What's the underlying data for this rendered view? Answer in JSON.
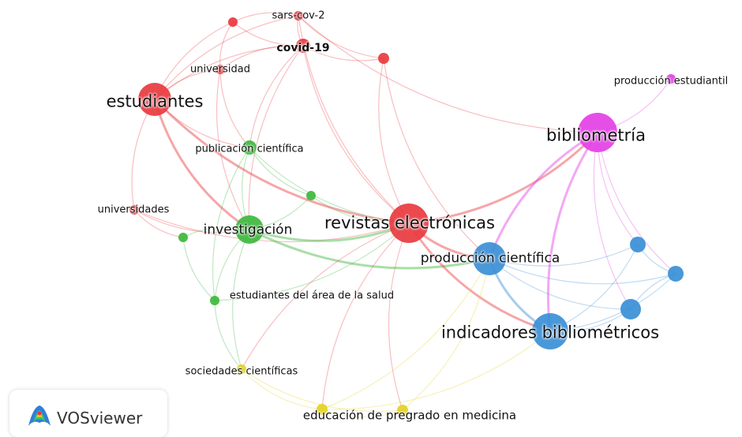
{
  "app": {
    "name": "VOSviewer"
  },
  "colors": {
    "red": "#e8393f",
    "green": "#3cb93c",
    "blue": "#3a8fd6",
    "magenta": "#e43fe6",
    "yellow": "#e3d321"
  },
  "nodes": [
    {
      "id": "sars-cov-2",
      "label": "sars-cov-2",
      "cluster": "red",
      "size": "small"
    },
    {
      "id": "covid-19",
      "label": "covid-19",
      "cluster": "red",
      "size": "small"
    },
    {
      "id": "red-unlabeled-1",
      "label": "",
      "cluster": "red",
      "size": "small"
    },
    {
      "id": "red-unlabeled-2",
      "label": "",
      "cluster": "red",
      "size": "small"
    },
    {
      "id": "universidad",
      "label": "universidad",
      "cluster": "red",
      "size": "small"
    },
    {
      "id": "estudiantes",
      "label": "estudiantes",
      "cluster": "red",
      "size": "large"
    },
    {
      "id": "universidades",
      "label": "universidades",
      "cluster": "red",
      "size": "small"
    },
    {
      "id": "revistas-electronicas",
      "label": "revistas electrónicas",
      "cluster": "red",
      "size": "large"
    },
    {
      "id": "publicacion-cientifica",
      "label": "publicación científica",
      "cluster": "green",
      "size": "small"
    },
    {
      "id": "investigacion",
      "label": "investigación",
      "cluster": "green",
      "size": "large"
    },
    {
      "id": "green-unlabeled-1",
      "label": "",
      "cluster": "green",
      "size": "small"
    },
    {
      "id": "green-unlabeled-2",
      "label": "",
      "cluster": "green",
      "size": "small"
    },
    {
      "id": "estudiantes-area-salud",
      "label": "estudiantes del área de la salud",
      "cluster": "green",
      "size": "small"
    },
    {
      "id": "bibliometria",
      "label": "bibliometría",
      "cluster": "magenta",
      "size": "large"
    },
    {
      "id": "produccion-estudiantil",
      "label": "producción estudiantil",
      "cluster": "magenta",
      "size": "small"
    },
    {
      "id": "produccion-cientifica",
      "label": "producción científica",
      "cluster": "blue",
      "size": "large"
    },
    {
      "id": "indicadores-bibliometricos",
      "label": "indicadores bibliométricos",
      "cluster": "blue",
      "size": "large"
    },
    {
      "id": "blue-unlabeled-1",
      "label": "",
      "cluster": "blue",
      "size": "small"
    },
    {
      "id": "blue-unlabeled-2",
      "label": "",
      "cluster": "blue",
      "size": "small"
    },
    {
      "id": "blue-unlabeled-3",
      "label": "",
      "cluster": "blue",
      "size": "small"
    },
    {
      "id": "sociedades-cientificas",
      "label": "sociedades científicas",
      "cluster": "yellow",
      "size": "small"
    },
    {
      "id": "educacion-pregrado-medicina",
      "label": "educación de pregrado en medicina",
      "cluster": "yellow",
      "size": "small"
    },
    {
      "id": "yellow-unlabeled-1",
      "label": "",
      "cluster": "yellow",
      "size": "small"
    }
  ],
  "links": [
    [
      "sars-cov-2",
      "covid-19"
    ],
    [
      "sars-cov-2",
      "red-unlabeled-1"
    ],
    [
      "sars-cov-2",
      "red-unlabeled-2"
    ],
    [
      "sars-cov-2",
      "estudiantes"
    ],
    [
      "sars-cov-2",
      "revistas-electronicas"
    ],
    [
      "sars-cov-2",
      "bibliometria"
    ],
    [
      "red-unlabeled-1",
      "estudiantes"
    ],
    [
      "red-unlabeled-1",
      "covid-19"
    ],
    [
      "red-unlabeled-1",
      "universidad"
    ],
    [
      "covid-19",
      "estudiantes"
    ],
    [
      "covid-19",
      "revistas-electronicas"
    ],
    [
      "covid-19",
      "red-unlabeled-2"
    ],
    [
      "covid-19",
      "publicacion-cientifica"
    ],
    [
      "covid-19",
      "investigacion"
    ],
    [
      "covid-19",
      "universidad"
    ],
    [
      "red-unlabeled-2",
      "revistas-electronicas"
    ],
    [
      "red-unlabeled-2",
      "produccion-cientifica"
    ],
    [
      "universidad",
      "estudiantes"
    ],
    [
      "universidad",
      "publicacion-cientifica"
    ],
    [
      "universidad",
      "investigacion"
    ],
    [
      "estudiantes",
      "universidades"
    ],
    [
      "estudiantes",
      "investigacion"
    ],
    [
      "estudiantes",
      "revistas-electronicas"
    ],
    [
      "estudiantes",
      "publicacion-cientifica"
    ],
    [
      "universidades",
      "investigacion"
    ],
    [
      "universidades",
      "green-unlabeled-1"
    ],
    [
      "universidades",
      "revistas-electronicas"
    ],
    [
      "publicacion-cientifica",
      "investigacion"
    ],
    [
      "publicacion-cientifica",
      "green-unlabeled-2"
    ],
    [
      "publicacion-cientifica",
      "revistas-electronicas"
    ],
    [
      "publicacion-cientifica",
      "estudiantes-area-salud"
    ],
    [
      "investigacion",
      "green-unlabeled-1"
    ],
    [
      "investigacion",
      "green-unlabeled-2"
    ],
    [
      "investigacion",
      "estudiantes-area-salud"
    ],
    [
      "investigacion",
      "revistas-electronicas"
    ],
    [
      "investigacion",
      "sociedades-cientificas"
    ],
    [
      "investigacion",
      "produccion-cientifica"
    ],
    [
      "green-unlabeled-2",
      "revistas-electronicas"
    ],
    [
      "green-unlabeled-1",
      "estudiantes-area-salud"
    ],
    [
      "estudiantes-area-salud",
      "revistas-electronicas"
    ],
    [
      "estudiantes-area-salud",
      "sociedades-cientificas"
    ],
    [
      "revistas-electronicas",
      "bibliometria"
    ],
    [
      "revistas-electronicas",
      "produccion-cientifica"
    ],
    [
      "revistas-electronicas",
      "indicadores-bibliometricos"
    ],
    [
      "revistas-electronicas",
      "educacion-pregrado-medicina"
    ],
    [
      "revistas-electronicas",
      "yellow-unlabeled-1"
    ],
    [
      "revistas-electronicas",
      "sociedades-cientificas"
    ],
    [
      "bibliometria",
      "produccion-estudiantil"
    ],
    [
      "bibliometria",
      "produccion-cientifica"
    ],
    [
      "bibliometria",
      "indicadores-bibliometricos"
    ],
    [
      "bibliometria",
      "blue-unlabeled-1"
    ],
    [
      "bibliometria",
      "blue-unlabeled-2"
    ],
    [
      "bibliometria",
      "blue-unlabeled-3"
    ],
    [
      "produccion-cientifica",
      "indicadores-bibliometricos"
    ],
    [
      "produccion-cientifica",
      "blue-unlabeled-1"
    ],
    [
      "produccion-cientifica",
      "blue-unlabeled-2"
    ],
    [
      "produccion-cientifica",
      "blue-unlabeled-3"
    ],
    [
      "indicadores-bibliometricos",
      "blue-unlabeled-1"
    ],
    [
      "indicadores-bibliometricos",
      "blue-unlabeled-2"
    ],
    [
      "indicadores-bibliometricos",
      "blue-unlabeled-3"
    ],
    [
      "blue-unlabeled-1",
      "blue-unlabeled-2"
    ],
    [
      "blue-unlabeled-2",
      "blue-unlabeled-3"
    ],
    [
      "sociedades-cientificas",
      "educacion-pregrado-medicina"
    ],
    [
      "sociedades-cientificas",
      "yellow-unlabeled-1"
    ],
    [
      "educacion-pregrado-medicina",
      "yellow-unlabeled-1"
    ],
    [
      "educacion-pregrado-medicina",
      "indicadores-bibliometricos"
    ],
    [
      "educacion-pregrado-medicina",
      "produccion-cientifica"
    ],
    [
      "yellow-unlabeled-1",
      "produccion-cientifica"
    ]
  ]
}
